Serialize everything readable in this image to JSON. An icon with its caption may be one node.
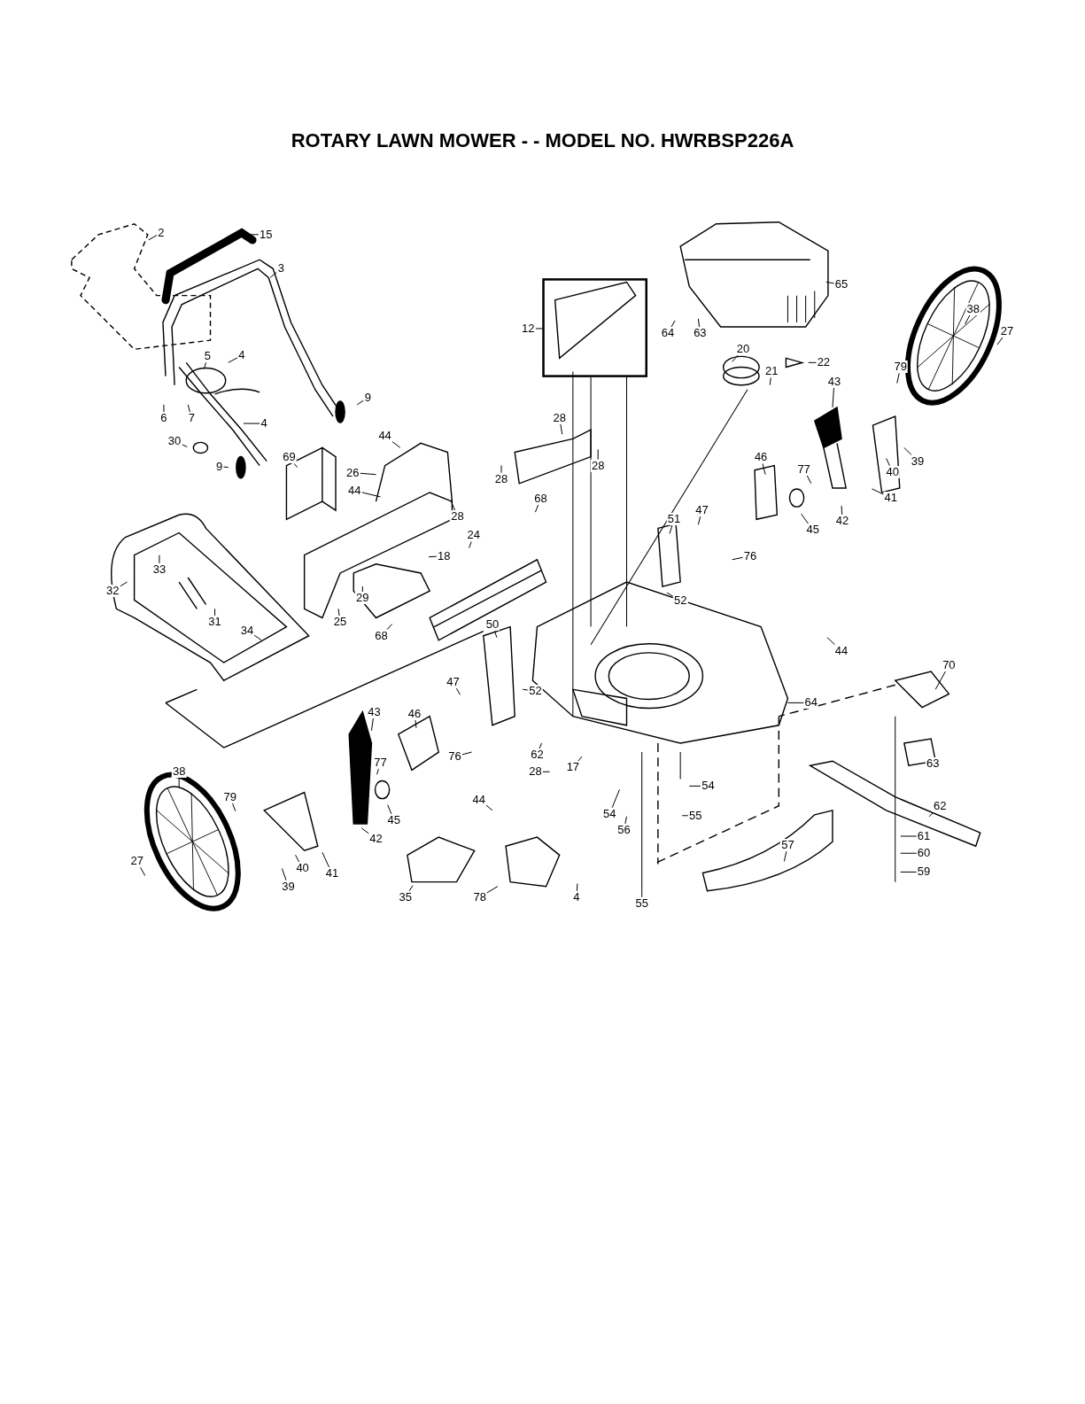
{
  "diagram": {
    "title": "ROTARY LAWN MOWER - - MODEL NO. HWRBSP226A",
    "nodes": [
      {
        "text": [
          "2"
        ]
      },
      {
        "text": [
          "15"
        ]
      },
      {
        "text": [
          "3"
        ]
      },
      {
        "text": [
          "5"
        ]
      },
      {
        "text": [
          "4"
        ]
      },
      {
        "text": [
          "6"
        ]
      },
      {
        "text": [
          "7"
        ]
      },
      {
        "text": [
          "4"
        ]
      },
      {
        "text": [
          "9"
        ]
      },
      {
        "text": [
          "30"
        ]
      },
      {
        "text": [
          "9"
        ]
      },
      {
        "text": [
          "69"
        ]
      },
      {
        "text": [
          "44"
        ]
      },
      {
        "text": [
          "26"
        ]
      },
      {
        "text": [
          "44"
        ]
      },
      {
        "text": [
          "28"
        ]
      },
      {
        "text": [
          "28"
        ]
      },
      {
        "text": [
          "28"
        ]
      },
      {
        "text": [
          "28"
        ]
      },
      {
        "text": [
          "12"
        ]
      },
      {
        "text": [
          "64"
        ]
      },
      {
        "text": [
          "63"
        ]
      },
      {
        "text": [
          "65"
        ]
      },
      {
        "text": [
          "20"
        ]
      },
      {
        "text": [
          "21"
        ]
      },
      {
        "text": [
          "22"
        ]
      },
      {
        "text": [
          "38"
        ]
      },
      {
        "text": [
          "27"
        ]
      },
      {
        "text": [
          "79"
        ]
      },
      {
        "text": [
          "43"
        ]
      },
      {
        "text": [
          "39"
        ]
      },
      {
        "text": [
          "40"
        ]
      },
      {
        "text": [
          "41"
        ]
      },
      {
        "text": [
          "46"
        ]
      },
      {
        "text": [
          "77"
        ]
      },
      {
        "text": [
          "45"
        ]
      },
      {
        "text": [
          "42"
        ]
      },
      {
        "text": [
          "47"
        ]
      },
      {
        "text": [
          "51"
        ]
      },
      {
        "text": [
          "76"
        ]
      },
      {
        "text": [
          "52"
        ]
      },
      {
        "text": [
          "68"
        ]
      },
      {
        "text": [
          "24"
        ]
      },
      {
        "text": [
          "18"
        ]
      },
      {
        "text": [
          "32"
        ]
      },
      {
        "text": [
          "33"
        ]
      },
      {
        "text": [
          "31"
        ]
      },
      {
        "text": [
          "25"
        ]
      },
      {
        "text": [
          "29"
        ]
      },
      {
        "text": [
          "68"
        ]
      },
      {
        "text": [
          "34"
        ]
      },
      {
        "text": [
          "50"
        ]
      },
      {
        "text": [
          "44"
        ]
      },
      {
        "text": [
          "70"
        ]
      },
      {
        "text": [
          "64"
        ]
      },
      {
        "text": [
          "47"
        ]
      },
      {
        "text": [
          "52"
        ]
      },
      {
        "text": [
          "43"
        ]
      },
      {
        "text": [
          "46"
        ]
      },
      {
        "text": [
          "76"
        ]
      },
      {
        "text": [
          "62"
        ]
      },
      {
        "text": [
          "28"
        ]
      },
      {
        "text": [
          "17"
        ]
      },
      {
        "text": [
          "77"
        ]
      },
      {
        "text": [
          "45"
        ]
      },
      {
        "text": [
          "42"
        ]
      },
      {
        "text": [
          "38"
        ]
      },
      {
        "text": [
          "79"
        ]
      },
      {
        "text": [
          "39"
        ]
      },
      {
        "text": [
          "40"
        ]
      },
      {
        "text": [
          "41"
        ]
      },
      {
        "text": [
          "27"
        ]
      },
      {
        "text": [
          "35"
        ]
      },
      {
        "text": [
          "78"
        ]
      },
      {
        "text": [
          "4"
        ]
      },
      {
        "text": [
          "44"
        ]
      },
      {
        "text": [
          "54"
        ]
      },
      {
        "text": [
          "56"
        ]
      },
      {
        "text": [
          "54"
        ]
      },
      {
        "text": [
          "55"
        ]
      },
      {
        "text": [
          "55"
        ]
      },
      {
        "text": [
          "63"
        ]
      },
      {
        "text": [
          "62"
        ]
      },
      {
        "text": [
          "57"
        ]
      },
      {
        "text": [
          "61"
        ]
      },
      {
        "text": [
          "60"
        ]
      },
      {
        "text": [
          "59"
        ]
      }
    ],
    "edges": [
      {
        "from": 0,
        "to": null,
        "arrow": "none"
      },
      {
        "from": 1,
        "to": null,
        "arrow": "none"
      },
      {
        "from": 2,
        "to": null,
        "arrow": "none"
      },
      {
        "from": 3,
        "to": null,
        "arrow": "none"
      },
      {
        "from": 4,
        "to": null,
        "arrow": "none"
      },
      {
        "from": 5,
        "to": null,
        "arrow": "none"
      },
      {
        "from": 6,
        "to": null,
        "arrow": "none"
      },
      {
        "from": 7,
        "to": null,
        "arrow": "none"
      },
      {
        "from": 8,
        "to": null,
        "arrow": "none"
      },
      {
        "from": 9,
        "to": null,
        "arrow": "none"
      },
      {
        "from": 10,
        "to": null,
        "arrow": "none"
      },
      {
        "from": 11,
        "to": null,
        "arrow": "none"
      },
      {
        "from": 12,
        "to": null,
        "arrow": "none"
      },
      {
        "from": 13,
        "to": null,
        "arrow": "none"
      },
      {
        "from": 14,
        "to": null,
        "arrow": "none"
      },
      {
        "from": 15,
        "to": null,
        "arrow": "none"
      },
      {
        "from": 16,
        "to": null,
        "arrow": "none"
      },
      {
        "from": 17,
        "to": null,
        "arrow": "none"
      },
      {
        "from": 18,
        "to": null,
        "arrow": "none"
      },
      {
        "from": 19,
        "to": null,
        "arrow": "none"
      },
      {
        "from": 20,
        "to": null,
        "arrow": "none"
      },
      {
        "from": 21,
        "to": null,
        "arrow": "none"
      },
      {
        "from": 22,
        "to": null,
        "arrow": "none"
      },
      {
        "from": 23,
        "to": null,
        "arrow": "none"
      },
      {
        "from": 24,
        "to": null,
        "arrow": "none"
      },
      {
        "from": 25,
        "to": null,
        "arrow": "none"
      },
      {
        "from": 26,
        "to": null,
        "arrow": "none"
      },
      {
        "from": 27,
        "to": null,
        "arrow": "none"
      },
      {
        "from": 28,
        "to": null,
        "arrow": "none"
      },
      {
        "from": 29,
        "to": null,
        "arrow": "none"
      },
      {
        "from": 30,
        "to": null,
        "arrow": "none"
      },
      {
        "from": 31,
        "to": null,
        "arrow": "none"
      },
      {
        "from": 32,
        "to": null,
        "arrow": "none"
      },
      {
        "from": 33,
        "to": null,
        "arrow": "none"
      },
      {
        "from": 34,
        "to": null,
        "arrow": "none"
      },
      {
        "from": 35,
        "to": null,
        "arrow": "none"
      },
      {
        "from": 36,
        "to": null,
        "arrow": "none"
      },
      {
        "from": 37,
        "to": null,
        "arrow": "none"
      },
      {
        "from": 38,
        "to": null,
        "arrow": "none"
      },
      {
        "from": 39,
        "to": null,
        "arrow": "none"
      },
      {
        "from": 40,
        "to": null,
        "arrow": "none"
      },
      {
        "from": 41,
        "to": null,
        "arrow": "none"
      },
      {
        "from": 42,
        "to": null,
        "arrow": "none"
      },
      {
        "from": 43,
        "to": null,
        "arrow": "none"
      },
      {
        "from": 44,
        "to": null,
        "arrow": "none"
      },
      {
        "from": 45,
        "to": null,
        "arrow": "none"
      },
      {
        "from": 46,
        "to": null,
        "arrow": "none"
      },
      {
        "from": 47,
        "to": null,
        "arrow": "none"
      },
      {
        "from": 48,
        "to": null,
        "arrow": "none"
      },
      {
        "from": 49,
        "to": null,
        "arrow": "none"
      },
      {
        "from": 50,
        "to": null,
        "arrow": "none"
      },
      {
        "from": 51,
        "to": null,
        "arrow": "none"
      },
      {
        "from": 52,
        "to": null,
        "arrow": "none"
      },
      {
        "from": 53,
        "to": null,
        "arrow": "none"
      },
      {
        "from": 54,
        "to": null,
        "arrow": "none"
      },
      {
        "from": 55,
        "to": null,
        "arrow": "none"
      },
      {
        "from": 56,
        "to": null,
        "arrow": "none"
      },
      {
        "from": 57,
        "to": null,
        "arrow": "none"
      },
      {
        "from": 58,
        "to": null,
        "arrow": "none"
      },
      {
        "from": 59,
        "to": null,
        "arrow": "none"
      },
      {
        "from": 60,
        "to": null,
        "arrow": "none"
      },
      {
        "from": 61,
        "to": null,
        "arrow": "none"
      },
      {
        "from": 62,
        "to": null,
        "arrow": "none"
      },
      {
        "from": 63,
        "to": null,
        "arrow": "none"
      },
      {
        "from": 64,
        "to": null,
        "arrow": "none"
      },
      {
        "from": 65,
        "to": null,
        "arrow": "none"
      },
      {
        "from": 66,
        "to": null,
        "arrow": "none"
      },
      {
        "from": 67,
        "to": null,
        "arrow": "none"
      },
      {
        "from": 68,
        "to": null,
        "arrow": "none"
      },
      {
        "from": 69,
        "to": null,
        "arrow": "none"
      },
      {
        "from": 70,
        "to": null,
        "arrow": "none"
      },
      {
        "from": 71,
        "to": null,
        "arrow": "none"
      },
      {
        "from": 72,
        "to": null,
        "arrow": "none"
      },
      {
        "from": 73,
        "to": null,
        "arrow": "none"
      },
      {
        "from": 74,
        "to": null,
        "arrow": "none"
      },
      {
        "from": 75,
        "to": null,
        "arrow": "none"
      },
      {
        "from": 76,
        "to": null,
        "arrow": "none"
      },
      {
        "from": 77,
        "to": null,
        "arrow": "none"
      },
      {
        "from": 78,
        "to": null,
        "arrow": "none"
      },
      {
        "from": 79,
        "to": null,
        "arrow": "none"
      },
      {
        "from": 80,
        "to": null,
        "arrow": "none"
      },
      {
        "from": 81,
        "to": null,
        "arrow": "none"
      },
      {
        "from": 82,
        "to": null,
        "arrow": "none"
      },
      {
        "from": 83,
        "to": null,
        "arrow": "none"
      },
      {
        "from": 84,
        "to": null,
        "arrow": "none"
      },
      {
        "from": 85,
        "to": null,
        "arrow": "none"
      },
      {
        "from": 86,
        "to": null,
        "arrow": "none"
      }
    ]
  }
}
